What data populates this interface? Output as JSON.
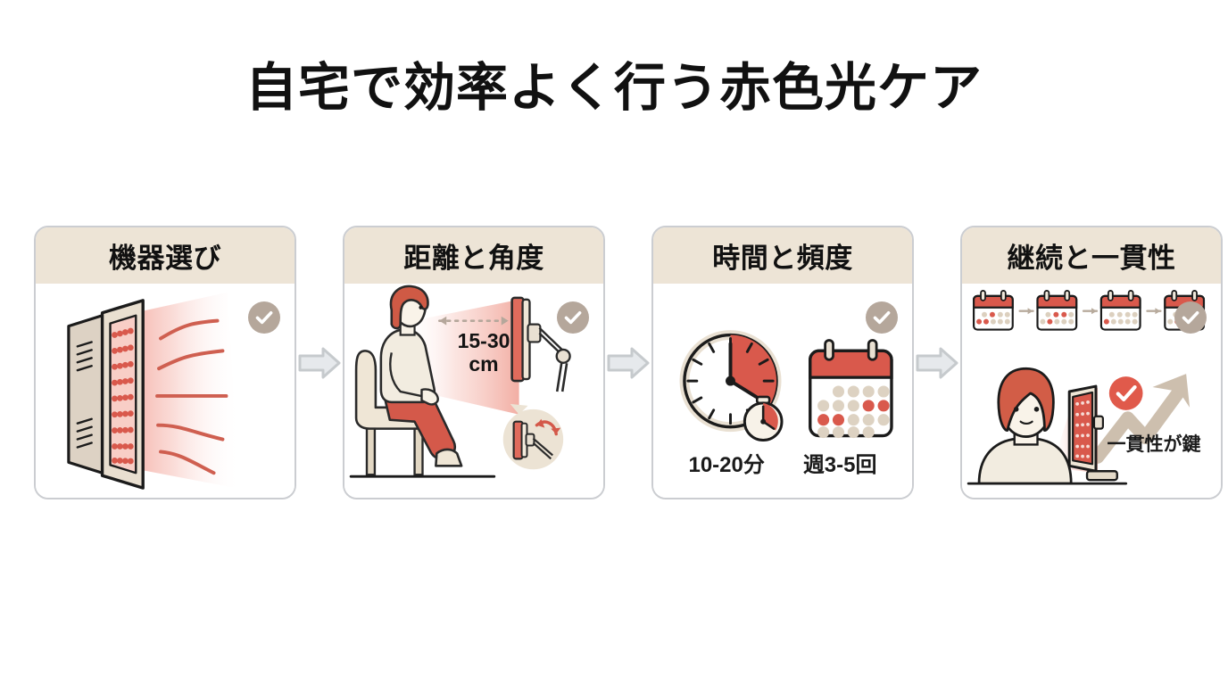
{
  "title": "自宅で効率よく行う赤色光ケア",
  "theme": {
    "background": "#ffffff",
    "card_border": "#cbcdd1",
    "card_header_bg": "#EDE4D6",
    "title_color": "#111111",
    "accent_red": "#d4594a",
    "light_red": "#e8897c",
    "beige": "#e9e0d2",
    "taupe": "#b5a79b",
    "arrow_gray": "#d3d6d9"
  },
  "steps": [
    {
      "id": "device-selection",
      "title": "機器選び",
      "check_badge": "check-icon",
      "icon": "led-panel-with-light-waves",
      "labels": []
    },
    {
      "id": "distance-angle",
      "title": "距離と角度",
      "check_badge": "check-icon",
      "icon": "seated-person-with-panel",
      "distance_label_line1": "15-30",
      "distance_label_line2": "cm",
      "inset": "tilt-angle-adjustment",
      "labels": []
    },
    {
      "id": "time-frequency",
      "title": "時間と頻度",
      "check_badge": "check-icon",
      "icon": "clock-and-calendar",
      "duration_label": "10-20分",
      "frequency_label": "週3-5回",
      "labels": [
        "10-20分",
        "週3-5回"
      ]
    },
    {
      "id": "continuity-consistency",
      "title": "継続と一貫性",
      "check_badge": "check-icon",
      "icon": "calendar-sequence-person-growth-arrow",
      "key_label": "一貫性が鍵",
      "calendar_count": 4,
      "labels": [
        "一貫性が鍵"
      ]
    }
  ],
  "connectors": [
    {
      "id": "connector-1",
      "icon": "arrow-right-icon"
    },
    {
      "id": "connector-2",
      "icon": "arrow-right-icon"
    },
    {
      "id": "connector-3",
      "icon": "arrow-right-icon"
    }
  ]
}
